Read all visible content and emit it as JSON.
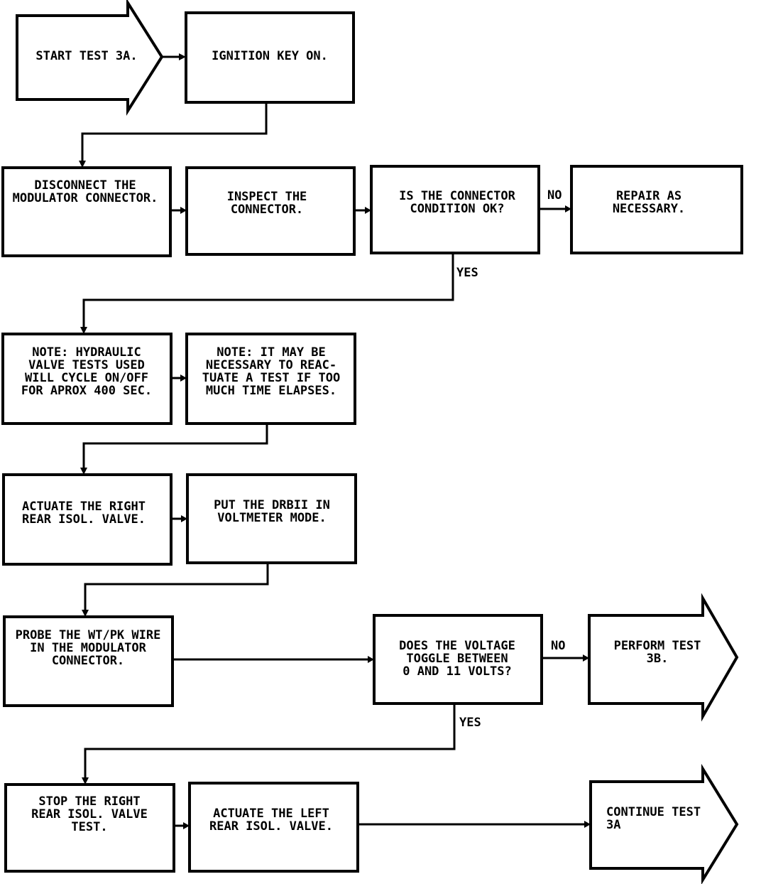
{
  "nodes": {
    "start": {
      "lines": [
        "START TEST 3A."
      ]
    },
    "ignition": {
      "lines": [
        "IGNITION KEY ON."
      ]
    },
    "disconnect": {
      "lines": [
        "DISCONNECT THE",
        "MODULATOR CONNECTOR."
      ]
    },
    "inspect": {
      "lines": [
        "INSPECT THE",
        "CONNECTOR."
      ]
    },
    "condition_ok": {
      "lines": [
        "IS THE CONNECTOR",
        "CONDITION OK?"
      ]
    },
    "repair": {
      "lines": [
        "REPAIR AS",
        "NECESSARY."
      ]
    },
    "note_hydraulic": {
      "lines": [
        "NOTE:  HYDRAULIC",
        "VALVE TESTS USED",
        "WILL CYCLE ON/OFF",
        "FOR APROX 400 SEC."
      ]
    },
    "note_reactuate": {
      "lines": [
        "NOTE:  IT MAY BE",
        "NECESSARY TO REAC-",
        "TUATE A TEST IF TOO",
        "MUCH TIME ELAPSES."
      ]
    },
    "actuate_right": {
      "lines": [
        "ACTUATE THE RIGHT",
        "REAR ISOL. VALVE."
      ]
    },
    "voltmeter": {
      "lines": [
        "PUT THE DRBII IN",
        "VOLTMETER MODE."
      ]
    },
    "probe": {
      "lines": [
        "PROBE THE WT/PK WIRE",
        "IN THE MODULATOR",
        "CONNECTOR."
      ]
    },
    "voltage_toggle": {
      "lines": [
        "DOES THE VOLTAGE",
        "TOGGLE BETWEEN",
        "0 AND 11 VOLTS?"
      ]
    },
    "perform_3b": {
      "lines": [
        "PERFORM TEST",
        "3B."
      ]
    },
    "stop_right": {
      "lines": [
        "STOP THE RIGHT",
        "REAR ISOL. VALVE",
        "TEST."
      ]
    },
    "actuate_left": {
      "lines": [
        "ACTUATE THE LEFT",
        "REAR ISOL. VALVE."
      ]
    },
    "continue_3a": {
      "lines": [
        "CONTINUE TEST",
        "3A"
      ]
    }
  },
  "edge_labels": {
    "no_1": "NO",
    "yes_1": "YES",
    "no_2": "NO",
    "yes_2": "YES"
  }
}
